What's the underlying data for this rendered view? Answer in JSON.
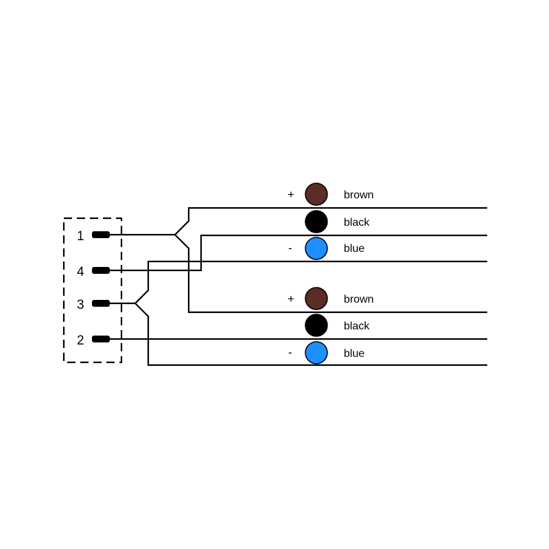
{
  "connector": {
    "pins": [
      {
        "label": "1"
      },
      {
        "label": "4"
      },
      {
        "label": "3"
      },
      {
        "label": "2"
      }
    ]
  },
  "cables": [
    {
      "wires": [
        {
          "symbol": "+",
          "color_name": "brown",
          "color": "#5a2d26"
        },
        {
          "symbol": "",
          "color_name": "black",
          "color": "#000000"
        },
        {
          "symbol": "-",
          "color_name": "blue",
          "color": "#1e8fff"
        }
      ]
    },
    {
      "wires": [
        {
          "symbol": "+",
          "color_name": "brown",
          "color": "#5a2d26"
        },
        {
          "symbol": "",
          "color_name": "black",
          "color": "#000000"
        },
        {
          "symbol": "-",
          "color_name": "blue",
          "color": "#1e8fff"
        }
      ]
    }
  ]
}
